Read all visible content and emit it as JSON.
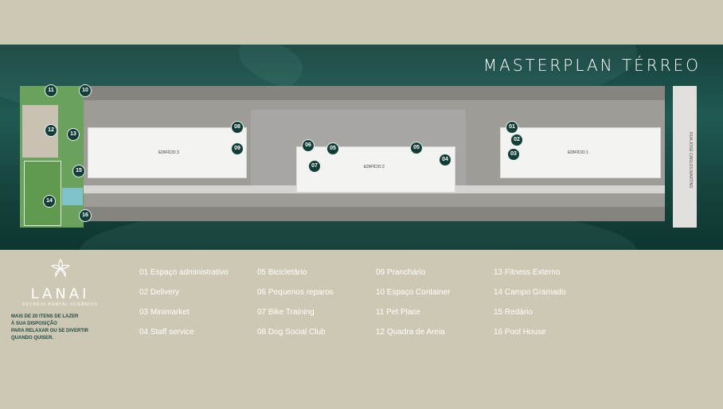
{
  "title": "MASTERPLAN TÉRREO",
  "brand": {
    "name": "LANAI",
    "sub": "RECREIO PONTAL OCEÂNICO"
  },
  "tagline": [
    "MAIS DE 20 ITENS DE LAZER",
    "À SUA DISPOSIÇÃO",
    "PARA RELAXAR OU SE DIVERTIR",
    "QUANDO QUISER."
  ],
  "buildings": [
    {
      "label": "EDIFÍCIO 3"
    },
    {
      "label": "EDIFÍCIO 2"
    },
    {
      "label": "EDIFÍCIO 1"
    }
  ],
  "street_label": "RUA JOSÉ CARLOS MARTINS",
  "markers": [
    "01",
    "02",
    "03",
    "04",
    "05",
    "05",
    "06",
    "07",
    "08",
    "09",
    "10",
    "11",
    "12",
    "13",
    "14",
    "15",
    "16"
  ],
  "legend": [
    [
      {
        "num": "01",
        "label": "Espaço administrativo"
      },
      {
        "num": "02",
        "label": "Delivery"
      },
      {
        "num": "03",
        "label": "Minimarket"
      },
      {
        "num": "04",
        "label": "Staff service"
      }
    ],
    [
      {
        "num": "05",
        "label": "Bicicletário"
      },
      {
        "num": "06",
        "label": "Pequenos reparos"
      },
      {
        "num": "07",
        "label": "Bike Training"
      },
      {
        "num": "08",
        "label": "Dog Social Club"
      }
    ],
    [
      {
        "num": "09",
        "label": "Pranchário"
      },
      {
        "num": "10",
        "label": "Espaço Container"
      },
      {
        "num": "11",
        "label": "Pet Place"
      },
      {
        "num": "12",
        "label": "Quadra de Areia"
      }
    ],
    [
      {
        "num": "13",
        "label": "Fitness Externo"
      },
      {
        "num": "14",
        "label": "Campo Gramado"
      },
      {
        "num": "15",
        "label": "Redário"
      },
      {
        "num": "16",
        "label": "Pool House"
      }
    ]
  ],
  "colors": {
    "background": "#cdc8b3",
    "sea": "#1f5a52",
    "marker": "#133e38",
    "grass": "#6aa15c"
  }
}
